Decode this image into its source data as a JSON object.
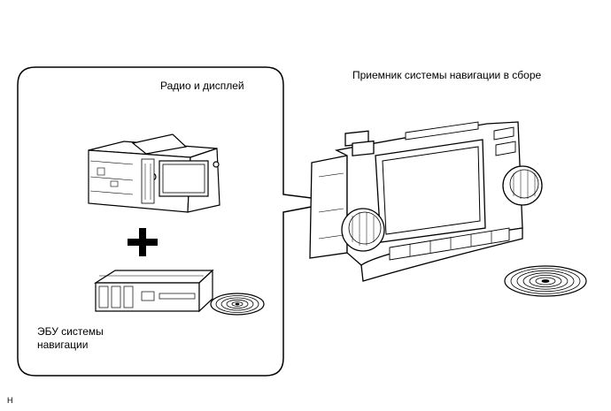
{
  "labels": {
    "radio_display": "Радио и дисплей",
    "nav_assembly": "Приемник системы навигации в сборе",
    "ecu_line1": "ЭБУ системы",
    "ecu_line2": "навигации",
    "figure_code": "H"
  },
  "symbols": {
    "plus": "+"
  },
  "colors": {
    "line": "#000000",
    "background": "#ffffff",
    "screen": "#ffffff"
  }
}
